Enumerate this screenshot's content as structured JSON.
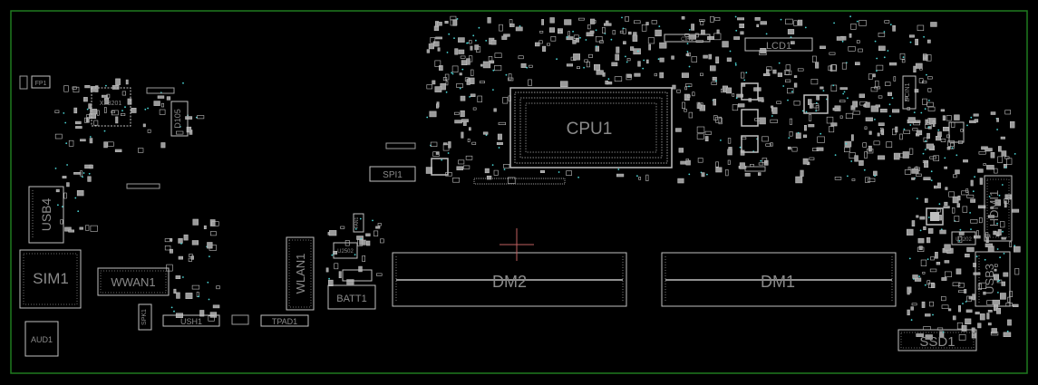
{
  "colors": {
    "background": "#000000",
    "board_outline": "#1f7a1f",
    "silkscreen": "#8a8a8a",
    "component": "#bfbfbf",
    "via": "#4ad4d4",
    "crosshair": "#c06060"
  },
  "labels": {
    "cpu": "CPU1",
    "dm1": "DM1",
    "dm2": "DM2",
    "usb4": "USB4",
    "usb3": "USB3",
    "sim": "SIM1",
    "wwan": "WWAN1",
    "wlan": "WLAN1",
    "batt": "BATT1",
    "hdmi": "HDMI1",
    "ssd": "SSD1",
    "usb_h": "USH1",
    "tpad": "TPAD1",
    "spk": "SPK1",
    "aud": "AUD1",
    "fp": "FP1",
    "xf": "XF3201",
    "d105": "D105",
    "spi": "SPI1",
    "lcd": "LCD1",
    "cir": "CIR1",
    "dcin": "DCIN1",
    "fan": "FAN1",
    "u2502": "U2502",
    "u7202": "U7202"
  }
}
